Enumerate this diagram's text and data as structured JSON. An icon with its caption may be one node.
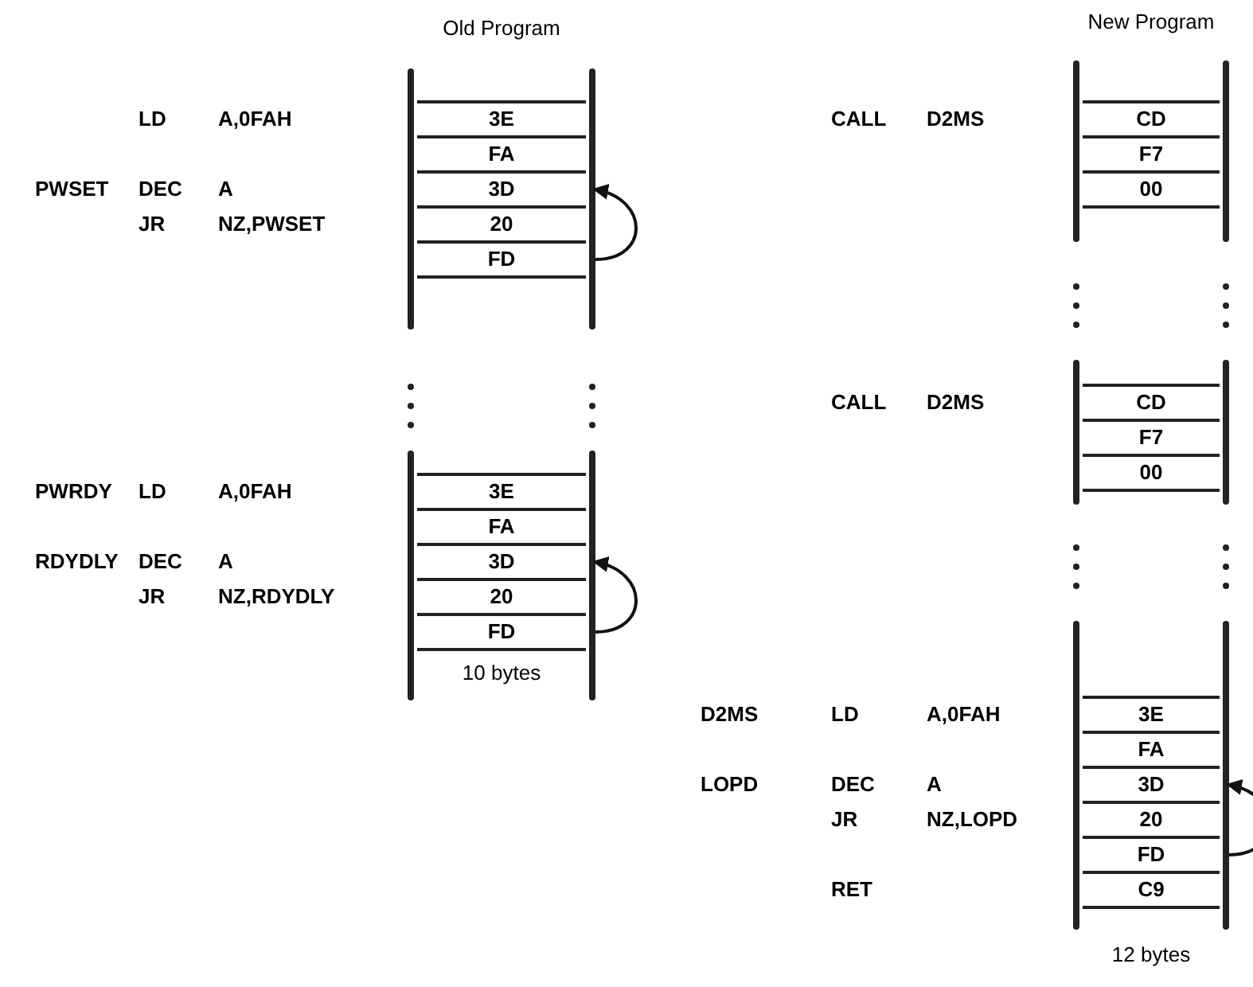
{
  "diagram": {
    "nodes": [
      {
        "text": [
          "3E"
        ],
        "beside": [
          "LD",
          "A,0FAH"
        ]
      },
      {
        "text": [
          "FA"
        ]
      },
      {
        "text": [
          "3D"
        ],
        "beside": [
          "PWSET",
          "DEC",
          "A"
        ]
      },
      {
        "text": [
          "20"
        ],
        "beside": [
          "JR",
          "NZ,PWSET"
        ]
      },
      {
        "text": [
          "FD"
        ]
      },
      {
        "text": [
          "3E"
        ],
        "beside": [
          "PWRDY",
          "LD",
          "A,0FAH"
        ]
      },
      {
        "text": [
          "FA"
        ]
      },
      {
        "text": [
          "3D"
        ],
        "beside": [
          "RDYDLY",
          "DEC",
          "A"
        ]
      },
      {
        "text": [
          "20"
        ],
        "beside": [
          "JR",
          "NZ,RDYDLY"
        ]
      },
      {
        "text": [
          "FD"
        ]
      },
      {
        "text": [
          "CD"
        ],
        "beside": [
          "CALL",
          "D2MS"
        ]
      },
      {
        "text": [
          "F7"
        ]
      },
      {
        "text": [
          "00"
        ]
      },
      {
        "text": [
          "CD"
        ],
        "beside": [
          "CALL",
          "D2MS"
        ]
      },
      {
        "text": [
          "F7"
        ]
      },
      {
        "text": [
          "00"
        ]
      },
      {
        "text": [
          "3E"
        ],
        "beside": [
          "D2MS",
          "LD",
          "A,0FAH"
        ]
      },
      {
        "text": [
          "FA"
        ]
      },
      {
        "text": [
          "3D"
        ],
        "beside": [
          "LOPD",
          "DEC",
          "A"
        ]
      },
      {
        "text": [
          "20"
        ],
        "beside": [
          "JR",
          "NZ,LOPD"
        ]
      },
      {
        "text": [
          "FD"
        ]
      },
      {
        "text": [
          "C9"
        ]
      }
    ],
    "edges": [
      {
        "from": 4,
        "to": 2,
        "arrow": "to"
      },
      {
        "from": 9,
        "to": 7,
        "arrow": "to"
      },
      {
        "from": 20,
        "to": 18,
        "arrow": "to"
      }
    ],
    "labels": [
      "Old Program",
      "New Program",
      "10 bytes",
      "RET",
      "12 bytes"
    ]
  }
}
